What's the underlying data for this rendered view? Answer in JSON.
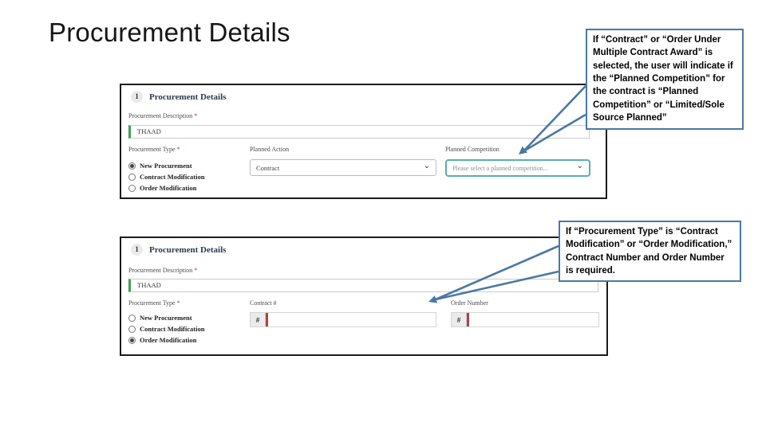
{
  "slide": {
    "title": "Procurement Details"
  },
  "icons": {
    "chevron_down": "⌄"
  },
  "shared": {
    "required_marker": "*"
  },
  "callouts": {
    "top": "If “Contract” or “Order Under Multiple Contract Award” is selected, the user will indicate if the “Planned Competition” for the contract is “Planned Competition” or “Limited/Sole Source Planned”",
    "bottom": "If “Procurement Type” is “Contract Modification” or “Order Modification,” Contract Number and Order Number is required."
  },
  "form1": {
    "step_number": "1",
    "section_title": "Procurement Details",
    "description_label": "Procurement Description",
    "description_value": "THAAD",
    "type_label": "Procurement Type",
    "radios": [
      {
        "label": "New Procurement",
        "selected": true
      },
      {
        "label": "Contract Modification",
        "selected": false
      },
      {
        "label": "Order Modification",
        "selected": false
      }
    ],
    "planned_action_label": "Planned Action",
    "planned_action_value": "Contract",
    "planned_competition_label": "Planned Competition",
    "planned_competition_placeholder": "Please select a planned competition..."
  },
  "form2": {
    "step_number": "1",
    "section_title": "Procurement Details",
    "description_label": "Procurement Description",
    "description_value": "THAAD",
    "type_label": "Procurement Type",
    "radios": [
      {
        "label": "New Procurement",
        "selected": false
      },
      {
        "label": "Contract Modification",
        "selected": false
      },
      {
        "label": "Order Modification",
        "selected": true
      }
    ],
    "contract_number_label": "Contract #",
    "contract_number_prefix": "#",
    "contract_number_value": "",
    "order_number_label": "Order Number",
    "order_number_prefix": "#",
    "order_number_value": ""
  },
  "colors": {
    "callout_border": "#4a78a3",
    "highlight_teal": "#55b3a2",
    "valid_green": "#3f9e57",
    "required_red": "#a94442"
  }
}
